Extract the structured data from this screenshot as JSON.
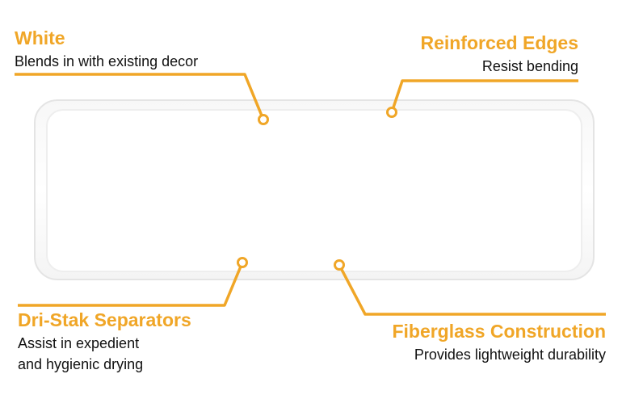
{
  "colors": {
    "accent": "#f0a627",
    "text": "#111111",
    "tray_fill": "#fdfdfd",
    "tray_edge": "#e7e7e7"
  },
  "product": {
    "name": "tray"
  },
  "callouts": {
    "white": {
      "title": "White",
      "description": "Blends in with existing decor"
    },
    "reinforced_edges": {
      "title": "Reinforced Edges",
      "description": "Resist bending"
    },
    "dri_stak": {
      "title": "Dri-Stak Separators",
      "description_line1": "Assist in expedient",
      "description_line2": "and hygienic drying"
    },
    "fiberglass": {
      "title": "Fiberglass Construction",
      "description": "Provides lightweight durability"
    }
  }
}
